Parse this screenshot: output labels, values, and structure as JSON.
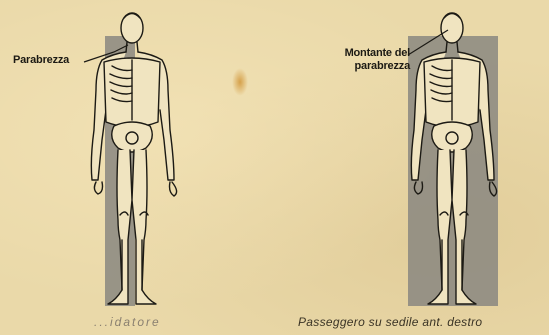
{
  "panels": [
    {
      "callout": "Parabrezza",
      "caption": "...idatore"
    },
    {
      "callout_line1": "Montante del",
      "callout_line2": "parabrezza",
      "caption": "Passeggero su sedile ant. destro"
    }
  ],
  "colors": {
    "paper": "#ead9a9",
    "ink": "#1c1a14",
    "shadow_band": "#8a8780",
    "stain": "#cd8c28"
  }
}
